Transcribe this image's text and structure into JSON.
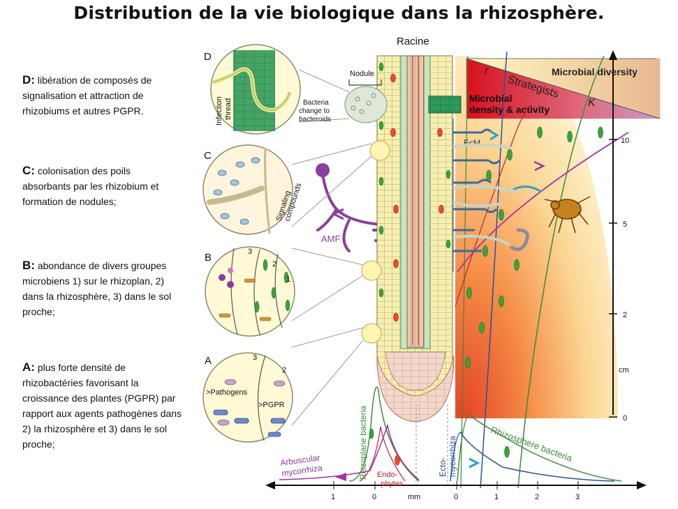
{
  "title": "Distribution de la vie biologique dans la rhizosphère.",
  "captions": {
    "d": {
      "letter": "D:",
      "text": " libération de composés de signalisation et attraction de rhizobiums et autres PGPR."
    },
    "c": {
      "letter": "C:",
      "text": " colonisation des poils absorbants par les rhizobium et formation de nodules;"
    },
    "b": {
      "letter": "B:",
      "text": " abondance de divers groupes microbiens 1) sur le rhizoplan, 2) dans la rhizosphère, 3) dans le sol proche;"
    },
    "a": {
      "letter": "A:",
      "text": " plus forte densité de rhizobactéries favorisant la croissance des plantes (PGPR) par rapport aux agents pathogènes dans 2) la rhizosphère et 3) dans le sol proche;"
    }
  },
  "diagram": {
    "racine": "Racine",
    "nodule": "Nodule",
    "panel_letters": {
      "d": "D",
      "c": "C",
      "b": "B",
      "a": "A"
    },
    "panel_d": {
      "infection": "Infection",
      "thread": "thread",
      "bacteria_change": [
        "Bacteria",
        "change to",
        "bacteroids"
      ]
    },
    "panel_c": {
      "signaling": "Signaling",
      "compounds": "compounds"
    },
    "panel_b": {
      "zone1": "1",
      "zone2": "2",
      "zone3": "3"
    },
    "panel_a": {
      "zone2": "2",
      "zone3": "3",
      "pathogens": ">Pathogens",
      "pgpr": ">PGPR"
    },
    "amf": "AMF",
    "ecm": "EcM",
    "wedge": {
      "r": "r",
      "k": "K",
      "strategists": "Strategists",
      "diversity": "Microbial diversity",
      "density1": "Microbial",
      "density2": "density & activity"
    },
    "y_axis": {
      "ticks": [
        "10",
        "5",
        "2",
        "0"
      ],
      "unit": "cm"
    },
    "x_axis": {
      "ticks_left": [
        "1",
        "0"
      ],
      "unit": "mm",
      "ticks_right": [
        "0",
        "1",
        "2",
        "3"
      ]
    },
    "curves": {
      "arbuscular1": "Arbuscular",
      "arbuscular2": "mycorrhiza",
      "rhizoplane": "Rhizoplane bacteria",
      "endo1": "Endo-",
      "endo2": "phytes",
      "ecto1": "Ecto-",
      "ecto2": "mycorrhiza",
      "rhizosphere": "Rhizosphere bacteria"
    }
  },
  "colors": {
    "green_curve": "#3b8b3b",
    "blue_curve": "#2a4f9a",
    "purple": "#8a3a9a",
    "red_curve": "#c02030",
    "amf": "#8a3f9a"
  }
}
